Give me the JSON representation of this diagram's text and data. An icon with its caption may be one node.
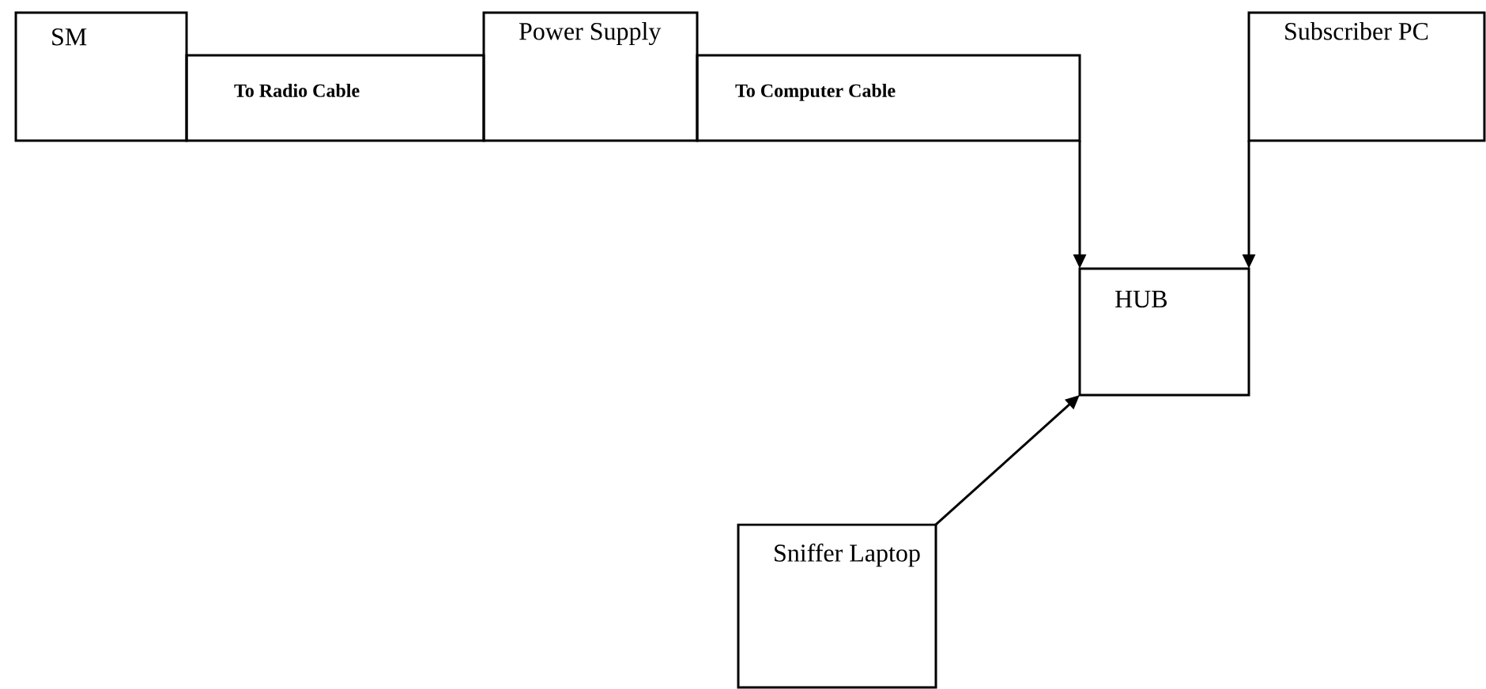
{
  "diagram": {
    "nodes": [
      {
        "text": [
          "SM"
        ]
      },
      {
        "text": [
          "To Radio Cable"
        ]
      },
      {
        "text": [
          "Power Supply"
        ]
      },
      {
        "text": [
          "To Computer Cable"
        ]
      },
      {
        "text": [
          "Subscriber PC"
        ]
      },
      {
        "text": [
          "HUB"
        ]
      },
      {
        "text": [
          "Sniffer Laptop"
        ]
      }
    ],
    "edges": [
      {
        "from": 3,
        "to": 5,
        "arrow": "to"
      },
      {
        "from": 4,
        "to": 5,
        "arrow": "to"
      },
      {
        "from": 6,
        "to": 5,
        "arrow": "to"
      }
    ]
  }
}
